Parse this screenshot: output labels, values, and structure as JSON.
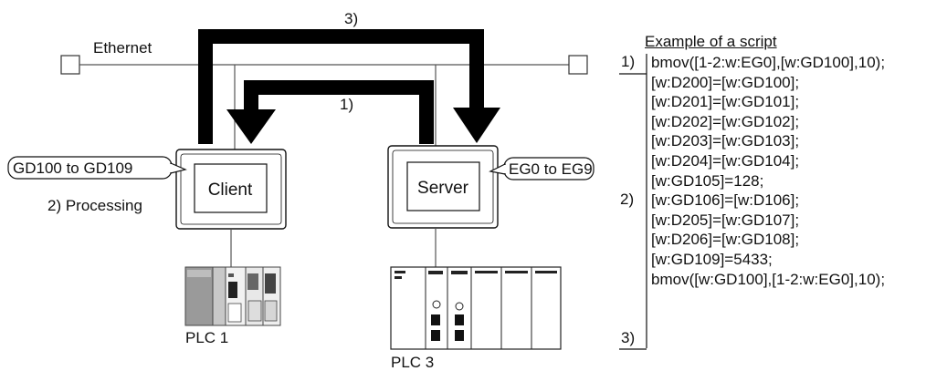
{
  "network": {
    "label": "Ethernet"
  },
  "arrows": {
    "top_label": "3)",
    "inner_label": "1)"
  },
  "client": {
    "label": "Client",
    "device_range": "GD100 to GD109",
    "processing": "2) Processing",
    "plc": "PLC 1"
  },
  "server": {
    "label": "Server",
    "device_range": "EG0 to EG9",
    "plc": "PLC 3"
  },
  "script": {
    "title": "Example of a script",
    "markers": [
      "1)",
      "2)",
      "3)"
    ],
    "lines": [
      "bmov([1-2:w:EG0],[w:GD100],10);",
      "[w:D200]=[w:GD100];",
      "[w:D201]=[w:GD101];",
      "[w:D202]=[w:GD102];",
      "[w:D203]=[w:GD103];",
      "[w:D204]=[w:GD104];",
      "[w:GD105]=128;",
      "[w:GD106]=[w:D106];",
      "[w:D205]=[w:GD107];",
      "[w:D206]=[w:GD108];",
      "[w:GD109]=5433;",
      "bmov([w:GD100],[1-2:w:EG0],10);"
    ]
  }
}
